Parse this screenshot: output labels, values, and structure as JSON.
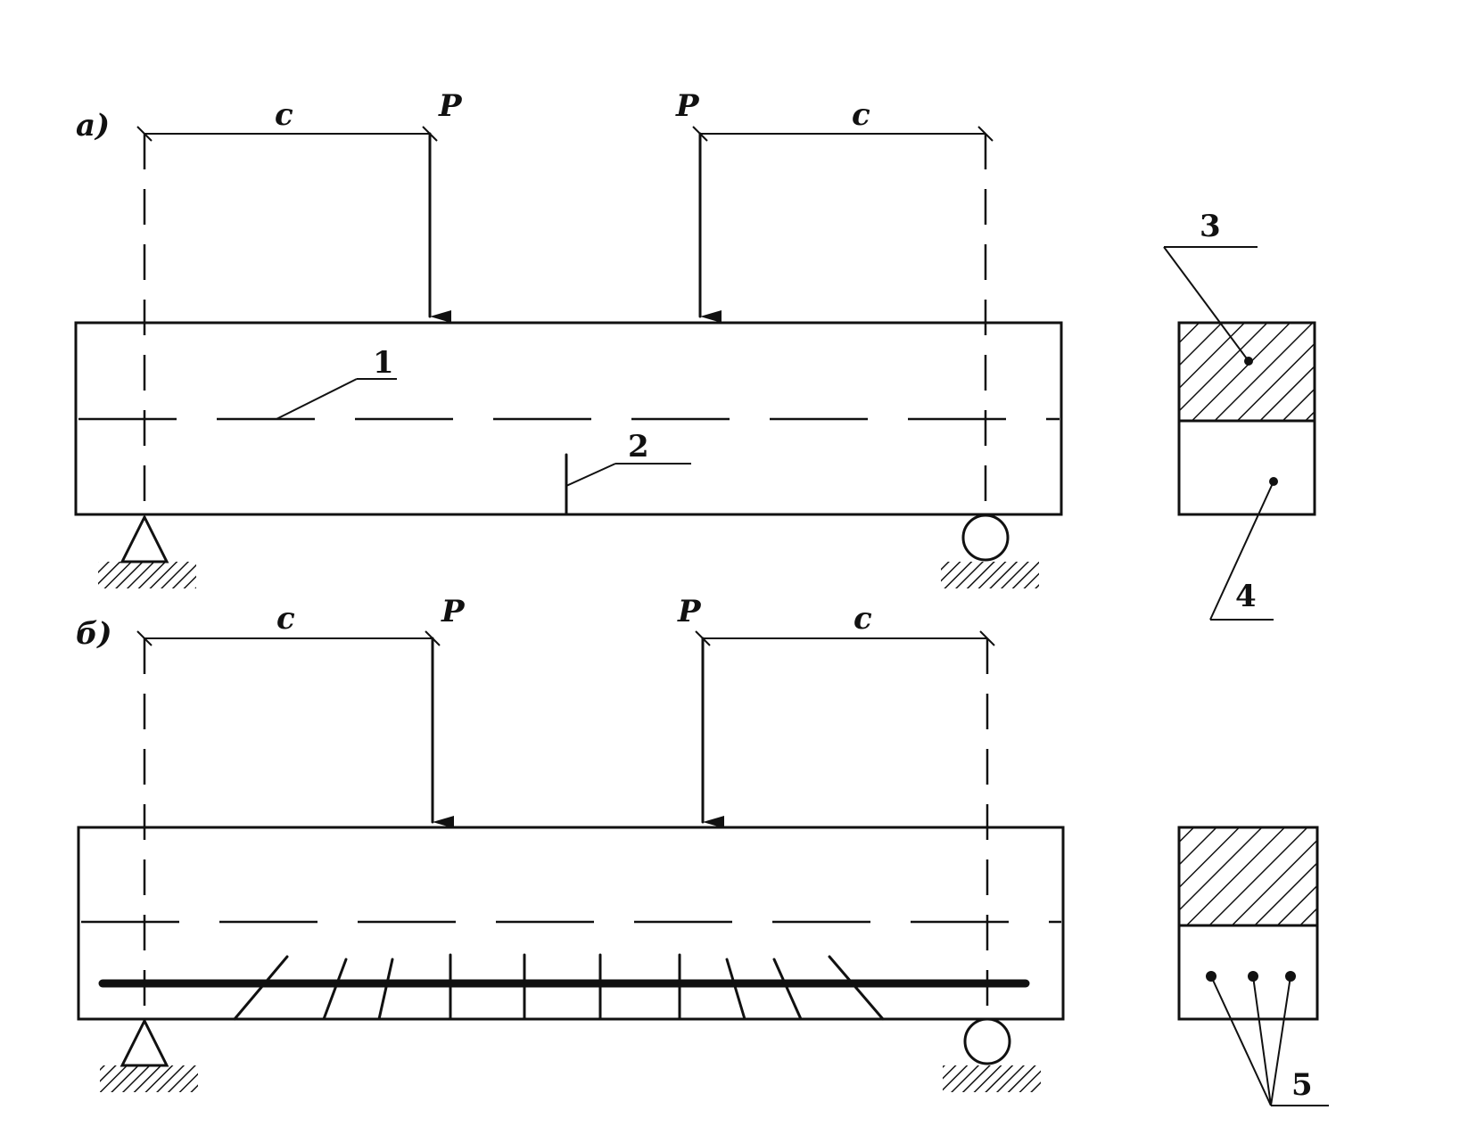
{
  "panel_a": {
    "label": "а)",
    "dim_left": "с",
    "dim_right": "с",
    "load_left": "P",
    "load_right": "P",
    "callout_1": "1",
    "callout_2": "2",
    "callout_3": "3",
    "callout_4": "4"
  },
  "panel_b": {
    "label": "б)",
    "dim_left": "с",
    "dim_right": "с",
    "load_left": "P",
    "load_right": "P",
    "callout_5": "5"
  }
}
